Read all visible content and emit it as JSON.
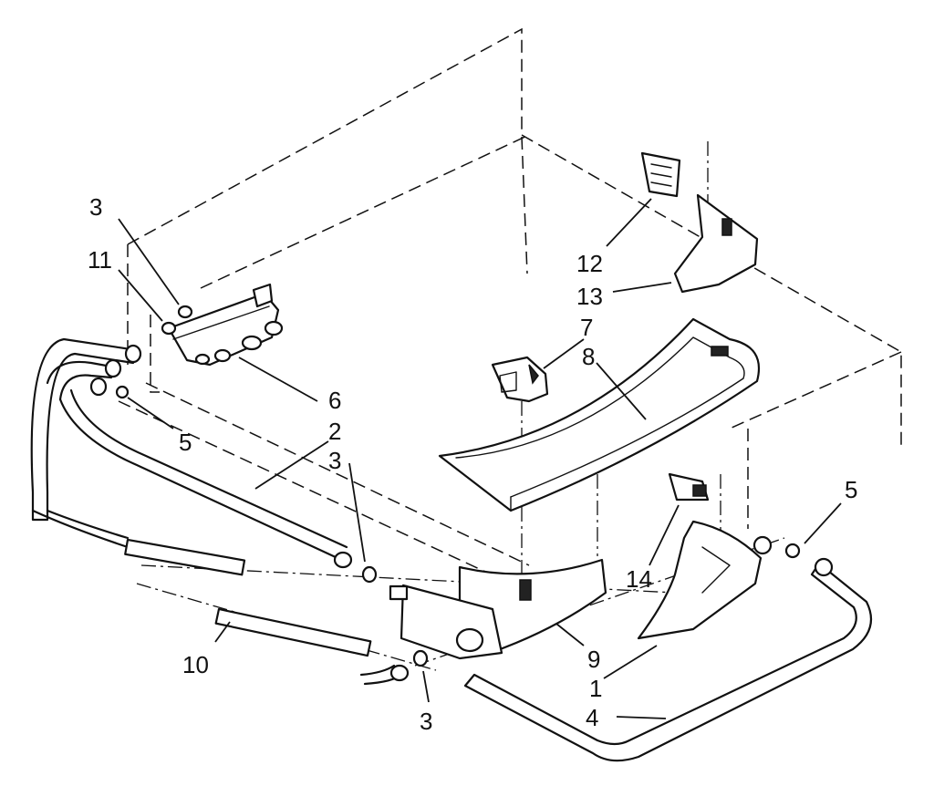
{
  "callouts": {
    "c3_top": "3",
    "c11": "11",
    "c5_left": "5",
    "c6": "6",
    "c2": "2",
    "c3_mid": "3",
    "c12": "12",
    "c13": "13",
    "c7": "7",
    "c8": "8",
    "c5_right": "5",
    "c14": "14",
    "c9": "9",
    "c1": "1",
    "c4": "4",
    "c10": "10",
    "c3_bottom": "3"
  }
}
